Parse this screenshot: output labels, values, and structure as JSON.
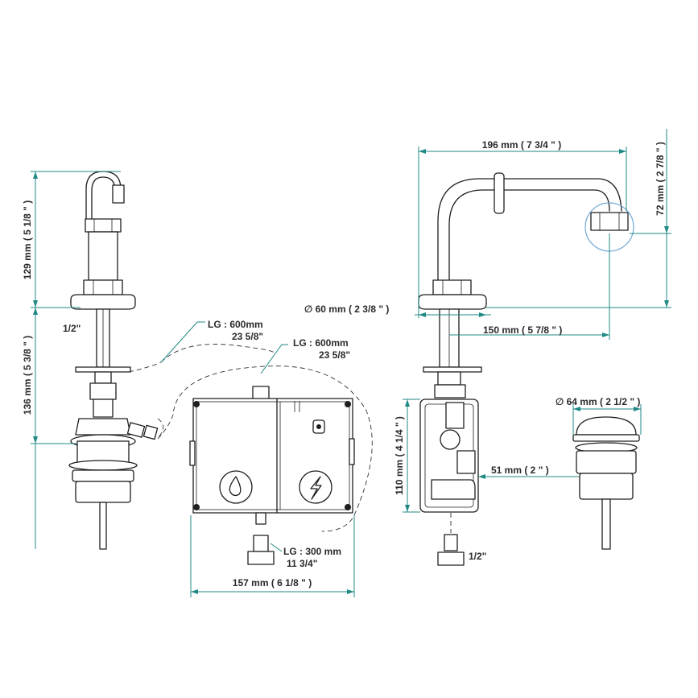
{
  "diagram": {
    "colors": {
      "dimension": "#1f8a84",
      "line": "#1e1e1e",
      "highlight": "#6fa8d6",
      "text": "#2a2a2a"
    },
    "labels": {
      "dim_left_top": "129 mm ( 5 1/8 \" )",
      "dim_left_bottom": "136 mm ( 5 3/8 \" )",
      "thread_left": "1/2\"",
      "lg1_a": "LG : 600mm",
      "lg1_b": "23 5/8\"",
      "lg2_a": "LG : 600mm",
      "lg2_b": "23 5/8\"",
      "lg3_a": "LG : 300 mm",
      "lg3_b": "11 3/4\"",
      "dim_box_width": "157 mm ( 6 1/8 \" )",
      "dim_spout_width": "196 mm ( 7 3/4 \" )",
      "dim_spout_height": "72 mm ( 2 7/8 \" )",
      "dim_base_dia": "∅ 60 mm ( 2 3/8 \" )",
      "dim_reach": "150 mm ( 5 7/8 \" )",
      "dim_valve_height": "110 mm ( 4 1/4 \" )",
      "dim_valve_depth": "51 mm ( 2 \" )",
      "thread_right": "1/2\"",
      "dim_drain_dia": "∅ 64 mm ( 2 1/2 \" )"
    },
    "icons": [
      "water-drop-icon",
      "lightning-bolt-icon"
    ]
  }
}
